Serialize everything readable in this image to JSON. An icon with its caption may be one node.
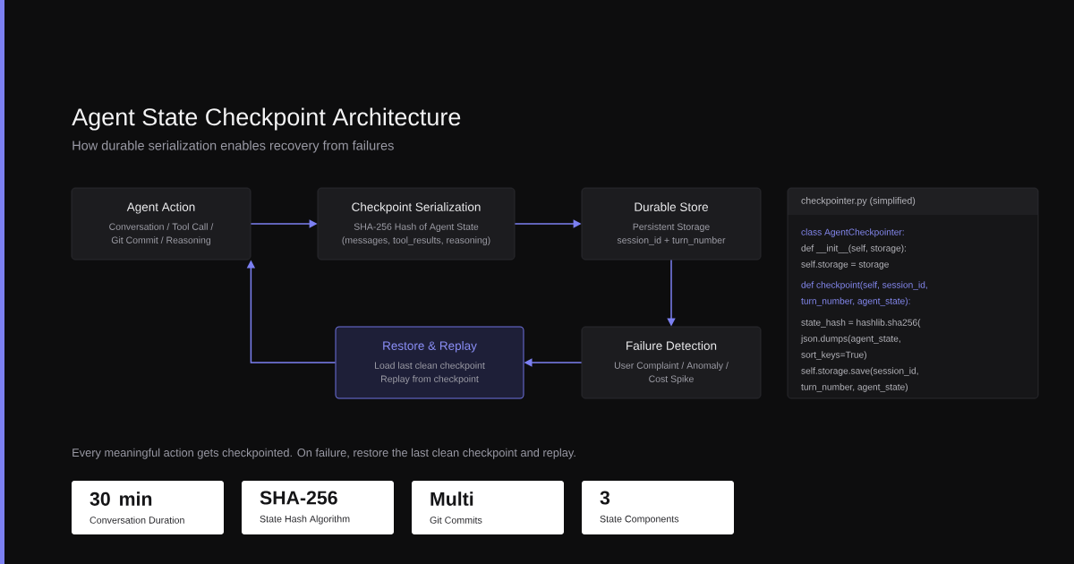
{
  "diagram": {
    "title": "Agent State Checkpoint Architecture",
    "nodes": [
      {
        "text": [
          "Agent Action",
          "Conversation / Tool Call / Git Commit / Reasoning"
        ]
      },
      {
        "text": [
          "Checkpoint Serialization",
          "SHA-256 Hash of Agent State",
          "(messages, tool_results, reasoning)"
        ]
      },
      {
        "text": [
          "Durable Store",
          "Persistent Storage",
          "session_id + turn_number"
        ]
      },
      {
        "text": [
          "Restore & Replay",
          "Load last clean checkpoint",
          "Replay from checkpoint"
        ]
      },
      {
        "text": [
          "Failure Detection",
          "User Complaint / Anomaly / Cost Spike"
        ]
      },
      {
        "text": [
          "checkpointer.py (simplified)",
          "class AgentCheckpointer:",
          "def __init__(self, storage):",
          "self.storage = storage",
          "def checkpoint(self, session_id,",
          "turn_number, agent_state):",
          "state_hash = hashlib.sha256(",
          "json.dumps(agent_state,",
          "sort_keys=True)",
          "self.storage.save(session_id,",
          "turn_number, agent_state)"
        ]
      },
      {
        "text": [
          "30 min",
          "Conversation Duration"
        ]
      },
      {
        "text": [
          "SHA-256",
          "State Hash Algorithm"
        ]
      },
      {
        "text": [
          "Multi",
          "Git Commits"
        ]
      },
      {
        "text": [
          "3",
          "State Components"
        ]
      }
    ],
    "edges": [
      {
        "from": 0,
        "to": 1,
        "arrow": "to"
      },
      {
        "from": 1,
        "to": 2,
        "arrow": "to"
      },
      {
        "from": 2,
        "to": 4,
        "arrow": "to"
      },
      {
        "from": 4,
        "to": 3,
        "arrow": "to"
      },
      {
        "from": 3,
        "to": 0,
        "arrow": "to"
      }
    ],
    "labels": [
      "How durable serialization enables recovery from failures",
      "Every meaningful action gets checkpointed. On failure, restore the last clean checkpoint and replay."
    ]
  }
}
